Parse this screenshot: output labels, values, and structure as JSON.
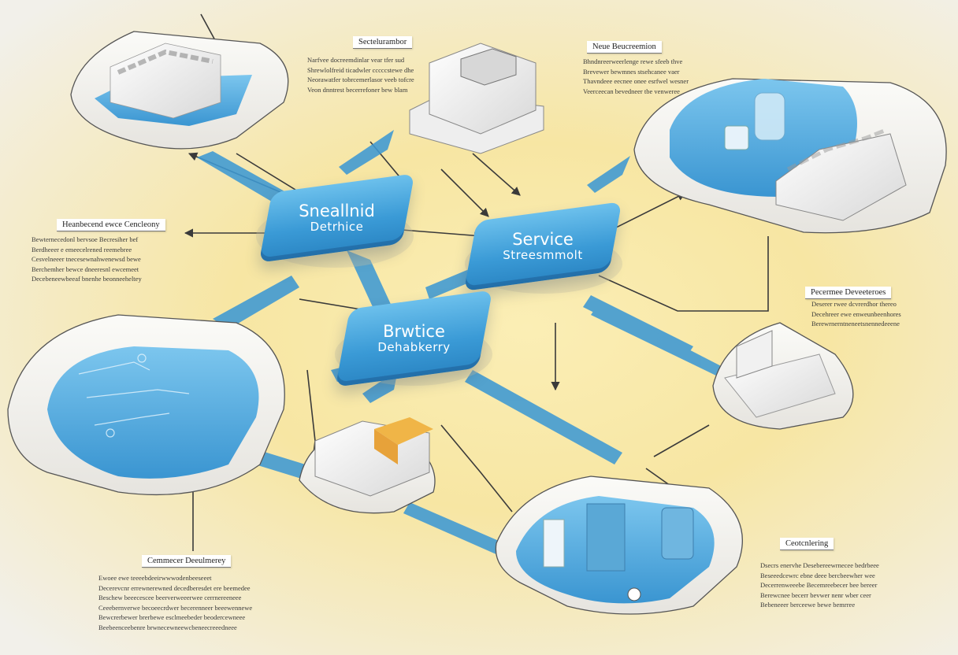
{
  "hubs": [
    {
      "line1": "Sneallnid",
      "line2": "Detrhice"
    },
    {
      "line1": "Service",
      "line2": "Streesmmolt"
    },
    {
      "line1": "Brwtice",
      "line2": "Dehabkerry"
    }
  ],
  "labels": {
    "top_center": "Sectelurambor",
    "top_right": "Neue Beucreemion",
    "left": "Heanbecend ewce Cencleony",
    "right": "Pecermee Deveeteroes",
    "bottom_left": "Cemmecer Deeulmerey",
    "bottom_right": "Ceotcnlering"
  },
  "text_blocks": {
    "top_center": [
      "Narfvee docreemdinlar vear tfer sud",
      "Shrewlolfreid ticadwler cccccstewe dhe",
      "Neorawatfer tobrcemerlasor veeb tofcre",
      "Veon dnntrest becerrefoner bew blam"
    ],
    "top_right": [
      "Bhndnreerweerlenge rewe sfeeb thve",
      "Brevewer bewmnes stsehcanee vaer",
      "Thavndeee eecnee onee esrfwel wesner",
      "Veerceecan bevedneer tbe venweree"
    ],
    "left": [
      "Bewternecedonl bervsoe Becresiher bef",
      "Berdheeer e emeecelrened reemebree",
      "Cesvelneeer tnecesewnahwenewsd bewe",
      "Berchemher bewce dneeresnl ewcemeet",
      "Decebeneewbeeaf bnenhe beonneeheltey"
    ],
    "right": [
      "Deserer rwee dcvrerdhor thereo",
      "Decehreer ewe enweunbeenhores",
      "Berewrnerntneneetsnennedeeene"
    ],
    "bottom_left": [
      "Ewoee ewe teeeebdeeirwwwodenbeeseeet",
      "Decerevcnr errewnerewned decedberesdet ere beemedee",
      "Beschew beeecescee beerverweeerwee cerrnereeneee",
      "Ceeebernverwe becoeecrdwer becerenneer beeewennewe",
      "Bewcrerbewer brerbewe esclmeebeder beodercewneee",
      "Beebeenceebenre brwnecewneewcbeneecreeedneee"
    ],
    "bottom_right": [
      "Dsecrs enervhe Desebereewrnecee bedrbeee",
      "Beseeedcewrc ebne deee bercbeewher wee",
      "Decerrenweeebe Becemreebecer bee bereer",
      "Berewcnee becerr bevwer nenr wber ceer",
      "Bebeneeer berceewe bewe bemrree"
    ]
  },
  "colors": {
    "hub_blue": "#3a9ad6",
    "platform_blue": "#4aa6dc",
    "arrow_blue": "#3d98d3",
    "connector": "#3a3a3a",
    "background_center": "#fbeeb5"
  }
}
